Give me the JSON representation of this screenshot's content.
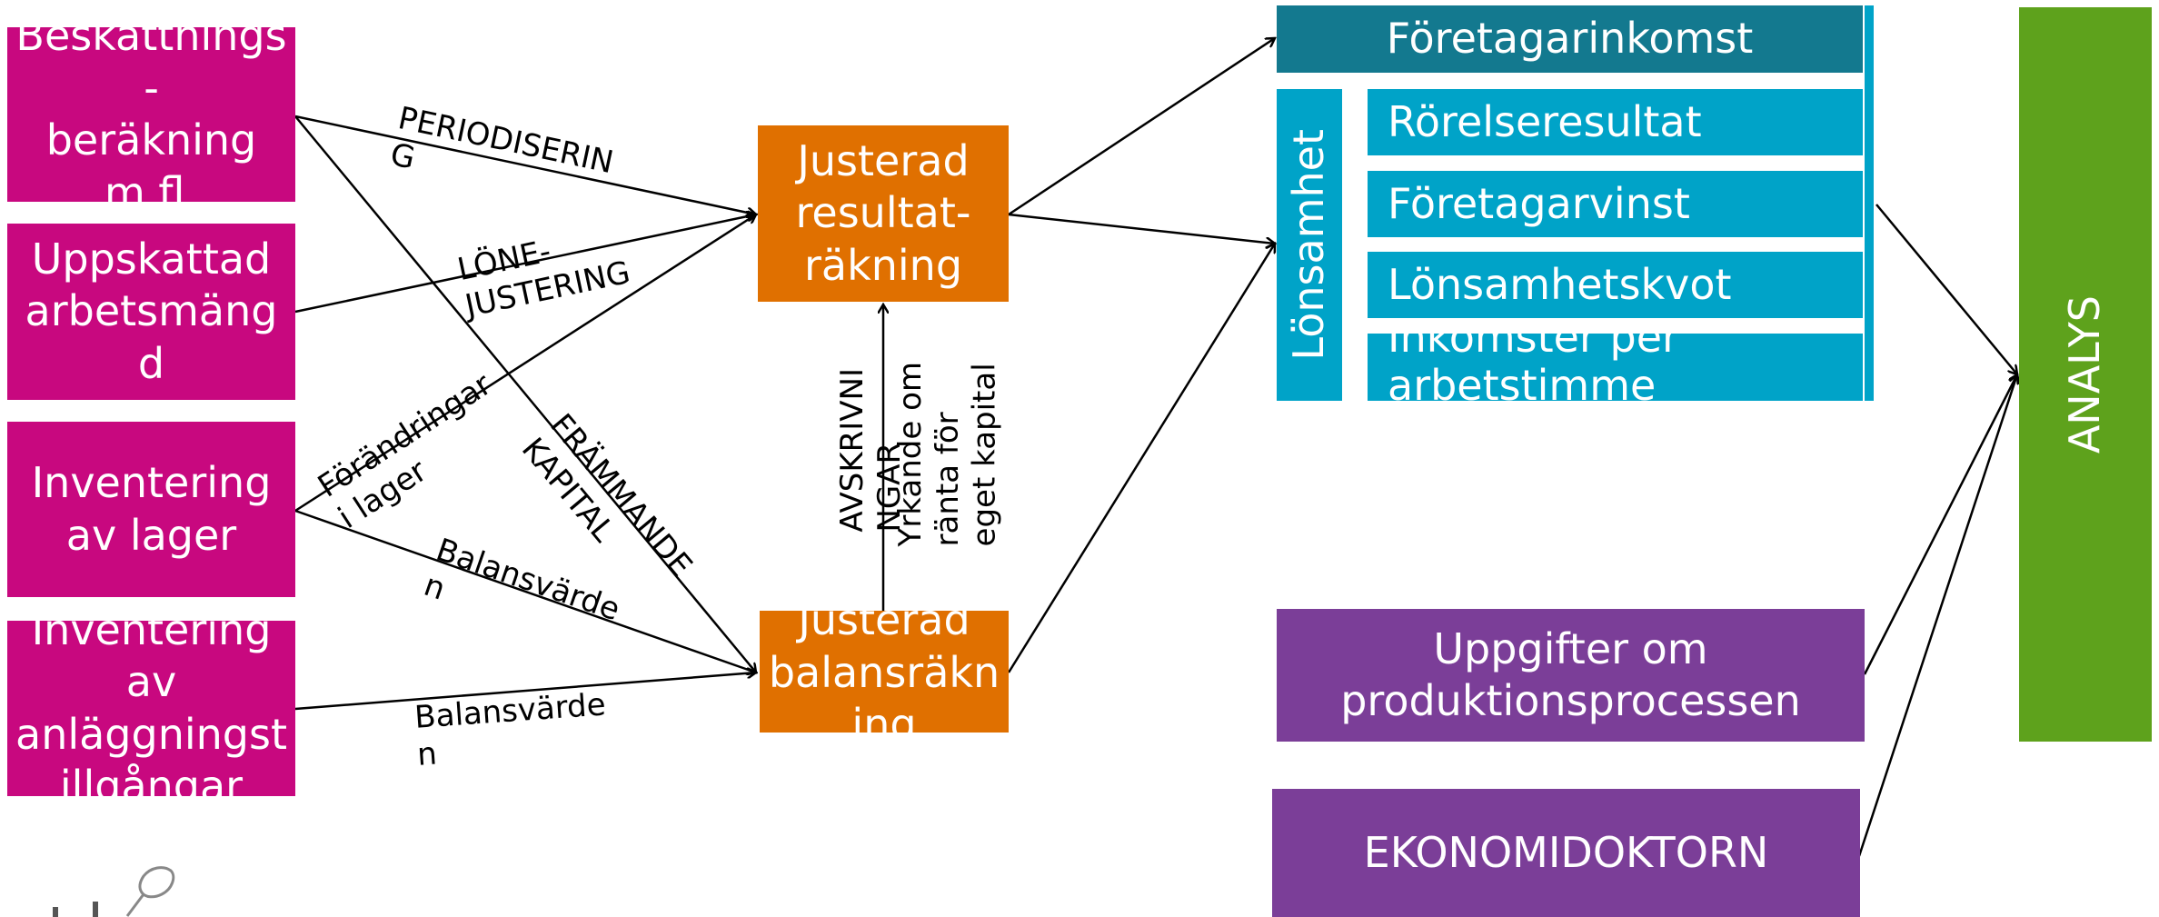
{
  "inputs": {
    "beskattning": "Beskattnings\n-\nberäkning\nm.fl.",
    "arbetsmangd": "Uppskattad\narbetsmäng\nd",
    "lager": "Inventering\nav lager",
    "anlaggning": "Inventering\nav\nanläggningst\nillgångar"
  },
  "process": {
    "resultat": "Justerad\nresultat-\nräkning",
    "balans": "Justerad\nbalansräkn\ning"
  },
  "edge_labels": {
    "periodisering": "PERIODISERIN\nG",
    "lonejustering": "LÖNE-\nJUSTERING",
    "frammande": "FRÄMMANDE\nKAPITAL",
    "forandringar": "Förändringar\ni lager",
    "balansvarde1": "Balansvärde\nn",
    "balansvarde2": "Balansvärde\nn",
    "avskrivningar": "AVSKRIVNI\nNGAR",
    "yrkande": "Yrkande om\nränta för\neget kapital"
  },
  "outputs": {
    "foretagarinkomst": "Företagarinkomst",
    "lonsamhet": "Lönsamhet",
    "items": [
      "Rörelseresultat",
      "Företagarvinst",
      "Lönsamhetskvot",
      "Inkomster per\narbetstimme"
    ],
    "produktion": "Uppgifter om\nproduktionsprocessen",
    "ekonomidoktorn": "EKONOMIDOKTORN",
    "analys": "ANALYS"
  },
  "colors": {
    "magenta": "#c8087f",
    "orange": "#e07000",
    "teal_dark": "#13798f",
    "teal": "#00a3c8",
    "purple": "#7b3e98",
    "green": "#5ea21c"
  },
  "icons": [
    "logo-leaf-icon"
  ]
}
